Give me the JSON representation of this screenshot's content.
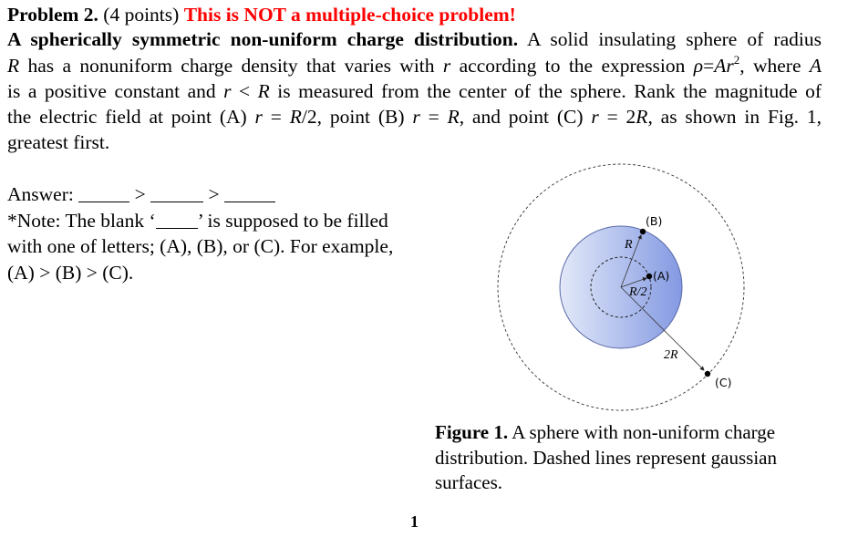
{
  "header": {
    "problem_label": "Problem 2.",
    "points": "(4 points)",
    "warning": "This is NOT a multiple-choice problem!"
  },
  "statement": {
    "title": "A spherically symmetric non-uniform charge distribution.",
    "line1_rest": "A solid insulating sphere of radius",
    "line2": {
      "R": "R",
      "text_a": "has a nonuniform charge density that varies with",
      "r": "r",
      "text_b": "according to the expression",
      "rho": "ρ",
      "eq": "=",
      "A": "A",
      "r2": "r",
      "exp": "2",
      "text_c": ", where",
      "A2": "A"
    },
    "line3": {
      "text_a": "is a positive constant and",
      "r": "r",
      "lt": "<",
      "R": "R",
      "text_b": "is measured from the center of the sphere. Rank the magnitude of"
    },
    "line4": {
      "text_a": "the electric field at point (A)",
      "r1": "r",
      "eq1": "=",
      "R1": "R",
      "v1": "/2, point (B)",
      "r2": "r",
      "eq2": "=",
      "R2": "R",
      "v2": ", and point (C)",
      "r3": "r",
      "eq3": "= 2",
      "R3": "R",
      "text_b": ", as shown in Fig. 1,"
    },
    "line5": "greatest first."
  },
  "answer": {
    "label": "Answer:",
    "separator": ">",
    "blanks": [
      "",
      "",
      ""
    ]
  },
  "note": {
    "line1_a": "*Note: The blank ‘",
    "line1_b": "’ is supposed to be filled",
    "line2": "with one of letters; (A), (B), or (C). For example,",
    "line3": "(A) > (B) > (C)."
  },
  "figure": {
    "labels": {
      "A": "(A)",
      "B": "(B)",
      "C": "(C)",
      "R": "R",
      "R_half": "R/2",
      "two_R": "2R"
    },
    "colors": {
      "sphere_light": "#dfe5f8",
      "sphere_dark": "#8ea2e6",
      "sphere_edge": "#6272b0",
      "dashed": "#333333"
    },
    "caption_label": "Figure 1.",
    "caption_text_1": "A sphere with non-uniform charge",
    "caption_text_2": "distribution. Dashed lines represent gaussian",
    "caption_text_3": "surfaces."
  },
  "page_number": "1"
}
